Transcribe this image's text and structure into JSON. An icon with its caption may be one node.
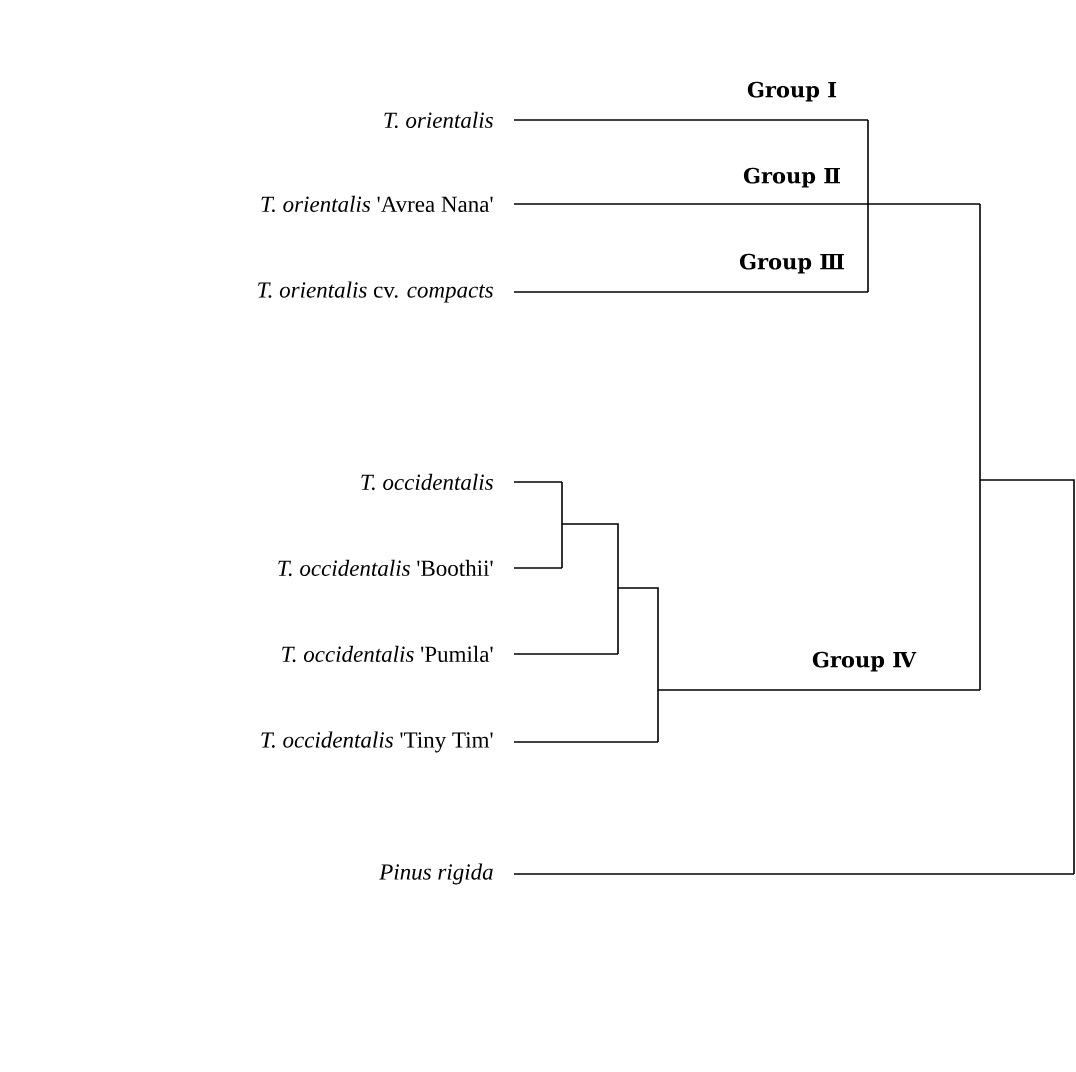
{
  "diagram": {
    "nodes": [
      {
        "text": [
          "T. orientalis"
        ]
      },
      {
        "text": [
          "*T. orientalis* 'Avrea Nana'"
        ]
      },
      {
        "text": [
          "*T. orientalis* cv. *compacts*"
        ]
      },
      {
        "text": [
          "T. occidentalis"
        ]
      },
      {
        "text": [
          "*T. occidentalis* 'Boothii'"
        ]
      },
      {
        "text": [
          "*T. occidentalis* 'Pumila'"
        ]
      },
      {
        "text": [
          "*T. occidentalis* 'Tiny Tim'"
        ]
      },
      {
        "text": [
          "Pinus rigida"
        ]
      }
    ],
    "edges": [
      {
        "from": 0,
        "to": null,
        "arrow": "none"
      },
      {
        "from": 1,
        "to": null,
        "arrow": "none"
      },
      {
        "from": 2,
        "to": null,
        "arrow": "none"
      },
      {
        "from": 3,
        "to": null,
        "arrow": "none"
      },
      {
        "from": 4,
        "to": null,
        "arrow": "none"
      },
      {
        "from": 5,
        "to": null,
        "arrow": "none"
      },
      {
        "from": 6,
        "to": null,
        "arrow": "none"
      },
      {
        "from": 7,
        "to": null,
        "arrow": "none"
      }
    ],
    "labels": [
      "Group Ⅰ",
      "Group Ⅱ",
      "Group Ⅲ",
      "Group Ⅳ"
    ]
  }
}
